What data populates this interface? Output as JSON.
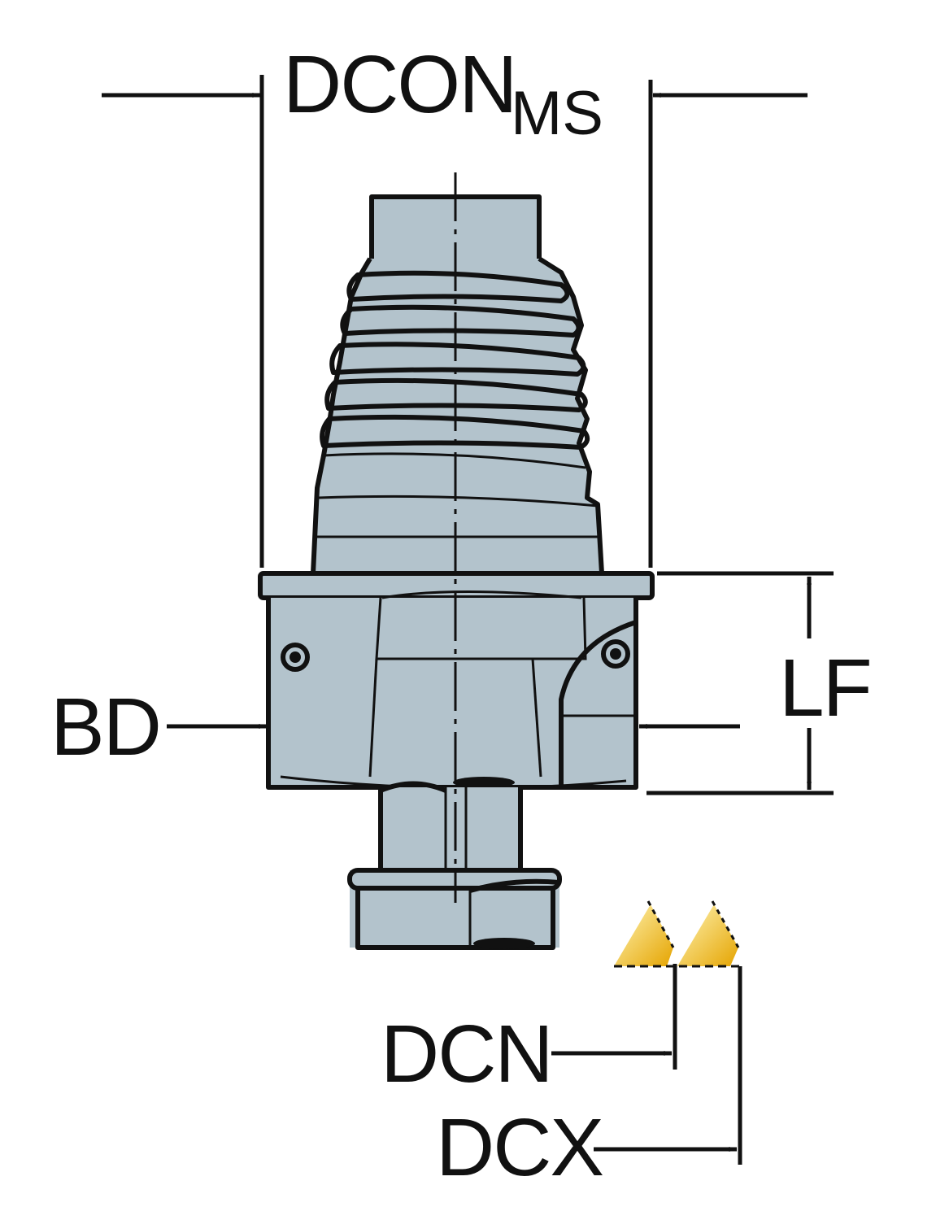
{
  "diagram": {
    "colors": {
      "body": "#b3c3cc",
      "outline": "#111111",
      "insert_light": "#fff2a0",
      "insert_dark": "#e0a800"
    },
    "labels": {
      "dcon_main": "DCON",
      "dcon_sub": "MS",
      "lf": "LF",
      "bd": "BD",
      "dcn": "DCN",
      "dcx": "DCX"
    }
  }
}
